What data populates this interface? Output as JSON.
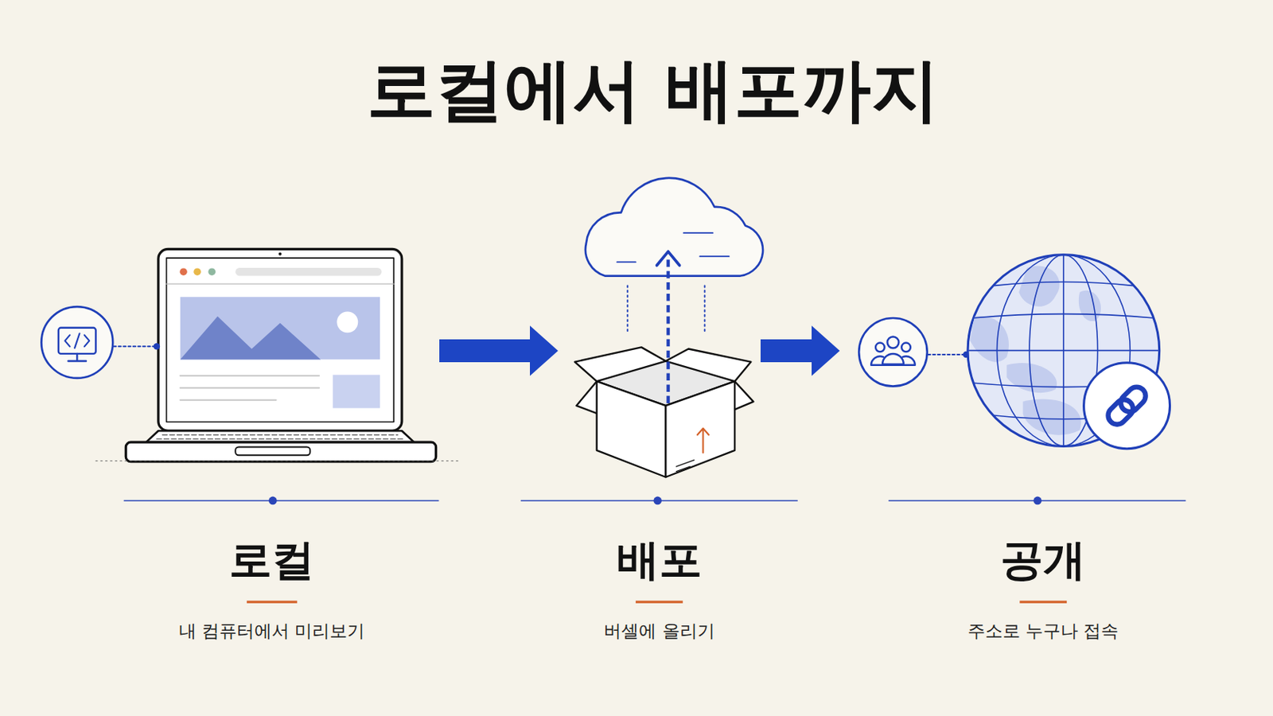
{
  "diagram": {
    "title": "로컬에서 배포까지",
    "nodes": [
      {
        "text": [
          "로컬",
          "내 컴퓨터에서 미리보기"
        ]
      },
      {
        "text": [
          "배포",
          "버셀에 올리기"
        ]
      },
      {
        "text": [
          "공개",
          "주소로 누구나 접속"
        ]
      }
    ],
    "edges": [
      {
        "from": 0,
        "to": 1,
        "arrow": "to"
      },
      {
        "from": 1,
        "to": 2,
        "arrow": "to"
      }
    ]
  }
}
